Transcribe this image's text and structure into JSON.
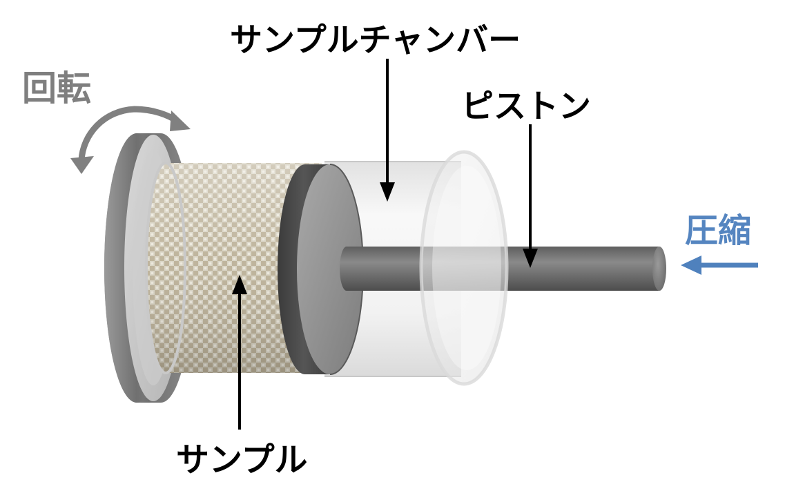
{
  "labels": {
    "rotation": "回転",
    "sample_chamber": "サンプルチャンバー",
    "piston": "ピストン",
    "compression": "圧縮",
    "sample": "サンプル"
  },
  "colors": {
    "rotation_label": "#7f7f7f",
    "compression_label": "#5585c0",
    "callout_label": "#000000",
    "rotation_arrow": "#808080",
    "compression_arrow": "#4f81bd",
    "callout_arrow": "#000000",
    "sample_base": "#d7d2c2",
    "sample_pattern": "#bdb39a",
    "piston_head": "#4a4a4a",
    "piston_rod": "#6d6d6d",
    "chamber_wall": "#e6e6e6",
    "end_cap": "#8c8c8c"
  }
}
